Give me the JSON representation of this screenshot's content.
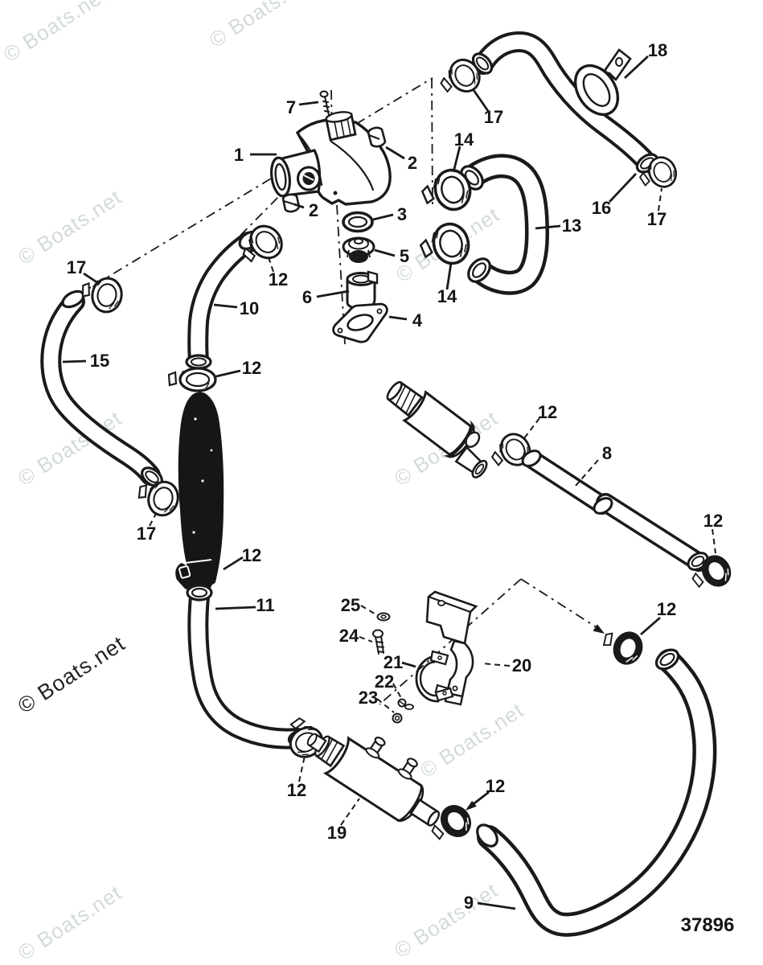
{
  "diagram": {
    "watermark": "© Boats.net",
    "drawing_number": "37896",
    "callouts": [
      {
        "num": "1"
      },
      {
        "num": "7"
      },
      {
        "num": "2"
      },
      {
        "num": "2"
      },
      {
        "num": "3"
      },
      {
        "num": "5"
      },
      {
        "num": "6"
      },
      {
        "num": "4"
      },
      {
        "num": "14"
      },
      {
        "num": "17"
      },
      {
        "num": "18"
      },
      {
        "num": "13"
      },
      {
        "num": "16"
      },
      {
        "num": "17"
      },
      {
        "num": "14"
      },
      {
        "num": "12"
      },
      {
        "num": "17"
      },
      {
        "num": "10"
      },
      {
        "num": "15"
      },
      {
        "num": "12"
      },
      {
        "num": "17"
      },
      {
        "num": "12"
      },
      {
        "num": "11"
      },
      {
        "num": "12"
      },
      {
        "num": "8"
      },
      {
        "num": "12"
      },
      {
        "num": "12"
      },
      {
        "num": "25"
      },
      {
        "num": "24"
      },
      {
        "num": "21"
      },
      {
        "num": "22"
      },
      {
        "num": "23"
      },
      {
        "num": "20"
      },
      {
        "num": "12"
      },
      {
        "num": "19"
      },
      {
        "num": "12"
      },
      {
        "num": "9"
      }
    ]
  }
}
